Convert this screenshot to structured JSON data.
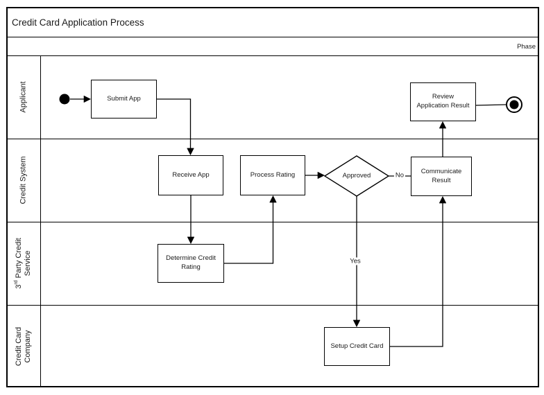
{
  "diagram": {
    "title": "Credit Card Application Process",
    "phase_label": "Phase",
    "lanes": [
      {
        "label": "Applicant"
      },
      {
        "label": "Credit System"
      },
      {
        "base": "3",
        "sup": "rd",
        "rest": " Party Credit Service"
      },
      {
        "label": "Credit Card Company"
      }
    ],
    "nodes": {
      "submit_app": "Submit App",
      "receive_app": "Receive App",
      "process_rating": "Process Rating",
      "approved": "Approved",
      "communicate_result": "Communicate Result",
      "review_application_result": "Review Application Result",
      "determine_credit_rating": "Determine Credit Rating",
      "setup_credit_card": "Setup Credit Card"
    },
    "edge_labels": {
      "yes": "Yes",
      "no": "No"
    },
    "colors": {
      "stroke": "#000000",
      "background": "#ffffff",
      "text": "#1a1a1a"
    }
  }
}
